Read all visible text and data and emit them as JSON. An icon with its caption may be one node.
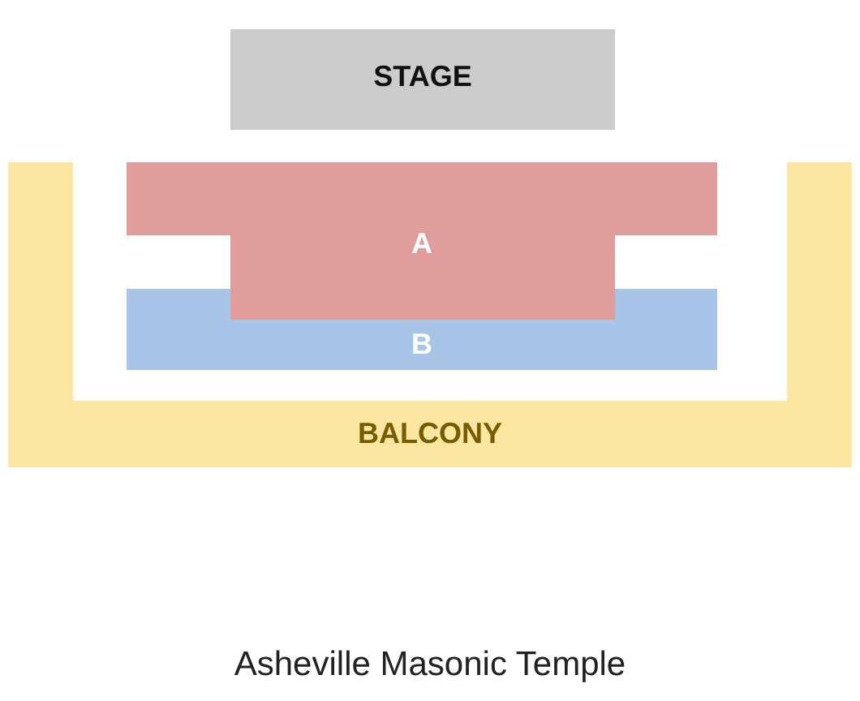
{
  "diagram": {
    "caption": "Asheville Masonic Temple",
    "nodes": [
      {
        "text": [
          "STAGE"
        ]
      },
      {
        "text": [
          "BALCONY"
        ]
      },
      {
        "text": [
          "B"
        ]
      },
      {
        "text": [
          "A"
        ]
      }
    ]
  }
}
